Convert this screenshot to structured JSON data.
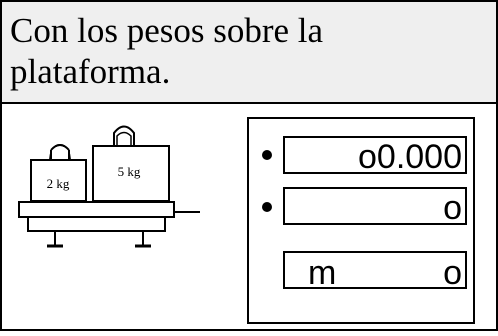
{
  "caption": "Con los pesos sobre la plataforma.",
  "scale": {
    "weights": [
      {
        "label": "2 kg"
      },
      {
        "label": "5 kg"
      }
    ]
  },
  "display": {
    "readout_1": "o0.000",
    "readout_2": "o",
    "readout_3_left": "m",
    "readout_3_right": "o"
  }
}
